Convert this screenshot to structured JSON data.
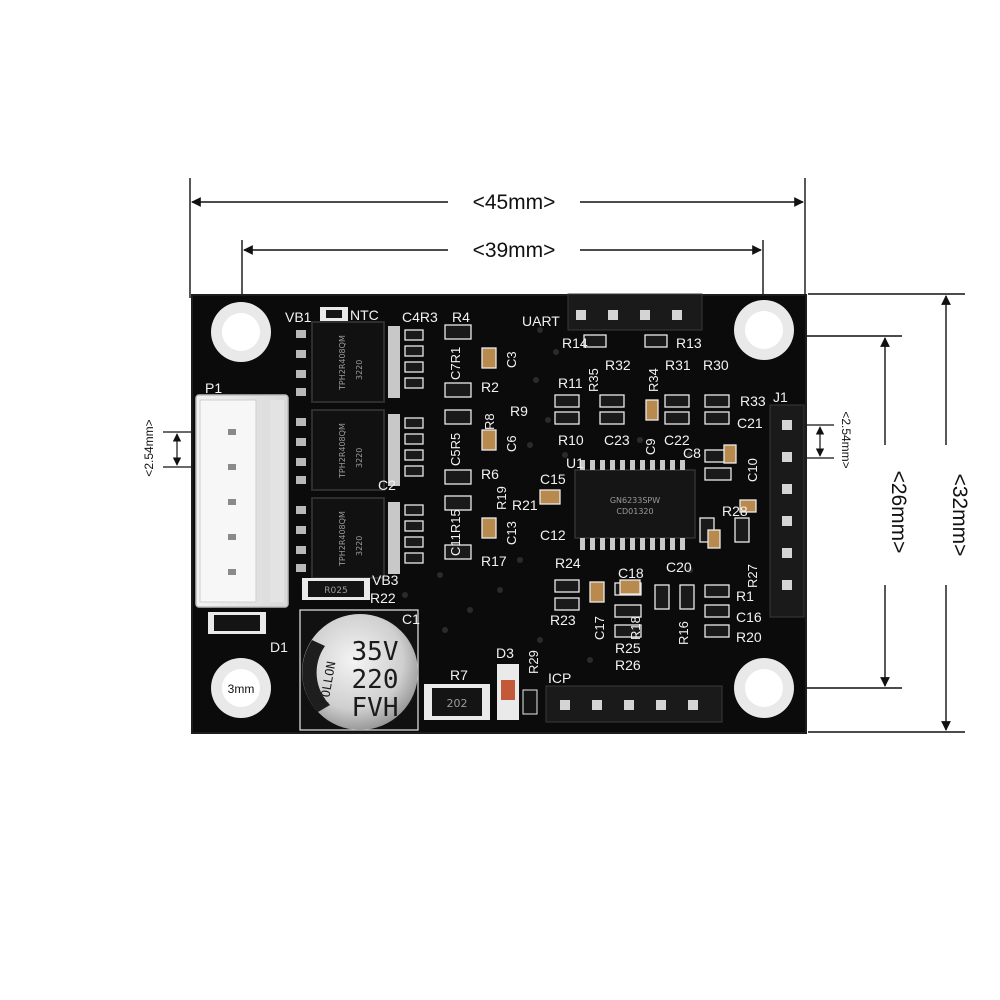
{
  "dimensions": {
    "width_outer": "<45mm>",
    "width_inner": "<39mm>",
    "height_outer": "<32mm>",
    "height_inner": "<26mm>",
    "pitch_left": "<2.54mm>",
    "pitch_right": "<2.54mm>",
    "hole_label": "3mm"
  },
  "silkscreen": {
    "vb1": "VB1",
    "ntc": "NTC",
    "c4r3": "C4R3",
    "r4": "R4",
    "uart": "UART",
    "p1": "P1",
    "j1": "J1",
    "u1": "U1",
    "r14": "R14",
    "r13": "R13",
    "r35": "R35",
    "r32": "R32",
    "r34": "R34",
    "r31": "R31",
    "r30": "R30",
    "r11": "R11",
    "r10": "R10",
    "r33": "R33",
    "c23": "C23",
    "c9": "C9",
    "c22": "C22",
    "c21": "C21",
    "c8": "C8",
    "c10": "C10",
    "c3": "C3",
    "r2": "R2",
    "c7r1": "C7R1",
    "r8": "R8",
    "r9": "R9",
    "c5r5": "C5R5",
    "c6": "C6",
    "r6": "R6",
    "c2": "C2",
    "r19": "R19",
    "c15": "C15",
    "r21": "R21",
    "c12": "C12",
    "c11r15": "C11R15",
    "c13": "C13",
    "r17": "R17",
    "r28": "R28",
    "r24": "R24",
    "c18": "C18",
    "c20": "C20",
    "r27": "R27",
    "vb3": "VB3",
    "r22": "R22",
    "r23": "R23",
    "c17": "C17",
    "r18": "R18",
    "r16": "R16",
    "r1": "R1",
    "c16": "C16",
    "r20": "R20",
    "r25": "R25",
    "r26": "R26",
    "c1": "C1",
    "d1": "D1",
    "r7": "R7",
    "d3": "D3",
    "r29": "R29",
    "icp": "ICP"
  },
  "components": {
    "capacitor_line1": "35V",
    "capacitor_line2": "220",
    "capacitor_line3": "FVH",
    "capacitor_side": "FOLLON",
    "resistor_r7_code": "202",
    "resistor_r25_code": "R025",
    "mosfet_code": "TPH2R408QM",
    "mosfet_code2": "3220",
    "ic_code": "GN6233SPW",
    "ic_code2": "CD01320"
  }
}
